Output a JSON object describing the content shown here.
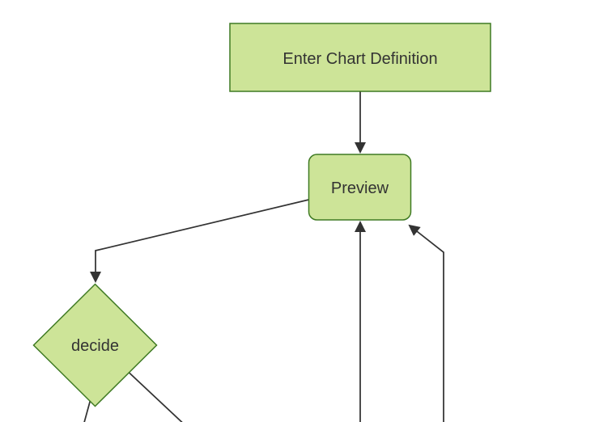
{
  "diagram": {
    "type": "flowchart-top-down",
    "theme": "forest",
    "nodes": [
      {
        "id": "A",
        "label": "Enter Chart Definition",
        "shape": "rectangle"
      },
      {
        "id": "B",
        "label": "Preview",
        "shape": "rounded-rectangle"
      },
      {
        "id": "C",
        "label": "decide",
        "shape": "diamond"
      }
    ],
    "edges": [
      {
        "name": "enter-chart-definition-to-preview",
        "arrowhead": true
      },
      {
        "name": "preview-to-decide",
        "arrowhead": true
      },
      {
        "name": "decide-to-offscreen-bottom-left",
        "arrowhead": false
      },
      {
        "name": "decide-to-offscreen-bottom-right",
        "arrowhead": false
      },
      {
        "name": "offscreen-bottom-to-preview-straight",
        "arrowhead": true
      },
      {
        "name": "offscreen-bottom-to-preview-bent",
        "arrowhead": true
      }
    ],
    "colors": {
      "background": "#ffffff",
      "node_fill": "#cde498",
      "node_border": "#3f7a23",
      "edge_line": "#333333",
      "label_text": "#333333"
    }
  }
}
